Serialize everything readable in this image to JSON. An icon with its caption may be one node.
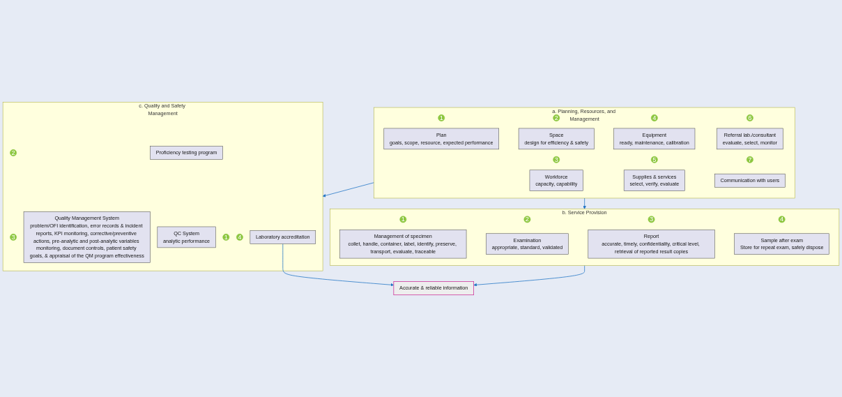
{
  "diagram": {
    "nodes": [
      {
        "text": [
          "a. Planning, Resources, and Management"
        ]
      },
      {
        "text": [
          "1"
        ],
        "in": 0
      },
      {
        "text": [
          "Plan",
          "goals, scope, resource, expected performance"
        ],
        "in": 0
      },
      {
        "text": [
          "2"
        ],
        "in": 0
      },
      {
        "text": [
          "Space",
          "design for efficiency & safety"
        ],
        "in": 0
      },
      {
        "text": [
          "3"
        ],
        "in": 0
      },
      {
        "text": [
          "Workforce",
          "capacity, capability"
        ],
        "in": 0
      },
      {
        "text": [
          "4"
        ],
        "in": 0
      },
      {
        "text": [
          "Equipment",
          "ready, maintenance, calibration"
        ],
        "in": 0
      },
      {
        "text": [
          "5"
        ],
        "in": 0
      },
      {
        "text": [
          "Supplies & services",
          "select, verify, evaluate"
        ],
        "in": 0
      },
      {
        "text": [
          "6"
        ],
        "in": 0
      },
      {
        "text": [
          "Referral lab./consultant",
          "evaluate, select, monitor"
        ],
        "in": 0
      },
      {
        "text": [
          "7"
        ],
        "in": 0
      },
      {
        "text": [
          "Communication with users"
        ],
        "in": 0
      },
      {
        "text": [
          "b. Service Provision"
        ]
      },
      {
        "text": [
          "1"
        ],
        "in": 15
      },
      {
        "text": [
          "Management of specimen",
          "collet, handle, container, label, identify, preserve, transport, evaluate, traceable"
        ],
        "in": 15
      },
      {
        "text": [
          "2"
        ],
        "in": 15
      },
      {
        "text": [
          "Examination",
          "appropriate, standard, validated"
        ],
        "in": 15
      },
      {
        "text": [
          "3"
        ],
        "in": 15
      },
      {
        "text": [
          "Report",
          "accurate, timely, confidentiality, critical level, retrieval of reported result copies"
        ],
        "in": 15
      },
      {
        "text": [
          "4"
        ],
        "in": 15
      },
      {
        "text": [
          "Sample after exam",
          "Store for repeat exam, safely dispose"
        ],
        "in": 15
      },
      {
        "text": [
          "c. Quality and Safety Management"
        ]
      },
      {
        "text": [
          "1"
        ],
        "in": 24
      },
      {
        "text": [
          "Quality Management System",
          "problem/OFI identification, error records & incident reports, KPI monitoring, corrective/preventive actions, pre-analytic and post-analytic variables monitoring, document controls, patient safety goals, & appraisal of the QM program effectiveness"
        ],
        "in": 24
      },
      {
        "text": [
          "2"
        ],
        "in": 24
      },
      {
        "text": [
          "Proficiency testing program"
        ],
        "in": 24
      },
      {
        "text": [
          "3"
        ],
        "in": 24
      },
      {
        "text": [
          "QC System",
          "analytic performance"
        ],
        "in": 24
      },
      {
        "text": [
          "4"
        ],
        "in": 24
      },
      {
        "text": [
          "Laboratory accreditation"
        ],
        "in": 24
      },
      {
        "text": [
          "Accurate & reliable information"
        ]
      }
    ],
    "edges": [
      {
        "from": 0,
        "to": 15,
        "arrow": "to"
      },
      {
        "from": 0,
        "to": 24,
        "arrow": "to"
      },
      {
        "from": 15,
        "to": 33,
        "arrow": "to"
      },
      {
        "from": 32,
        "to": 33,
        "arrow": "to"
      }
    ]
  }
}
